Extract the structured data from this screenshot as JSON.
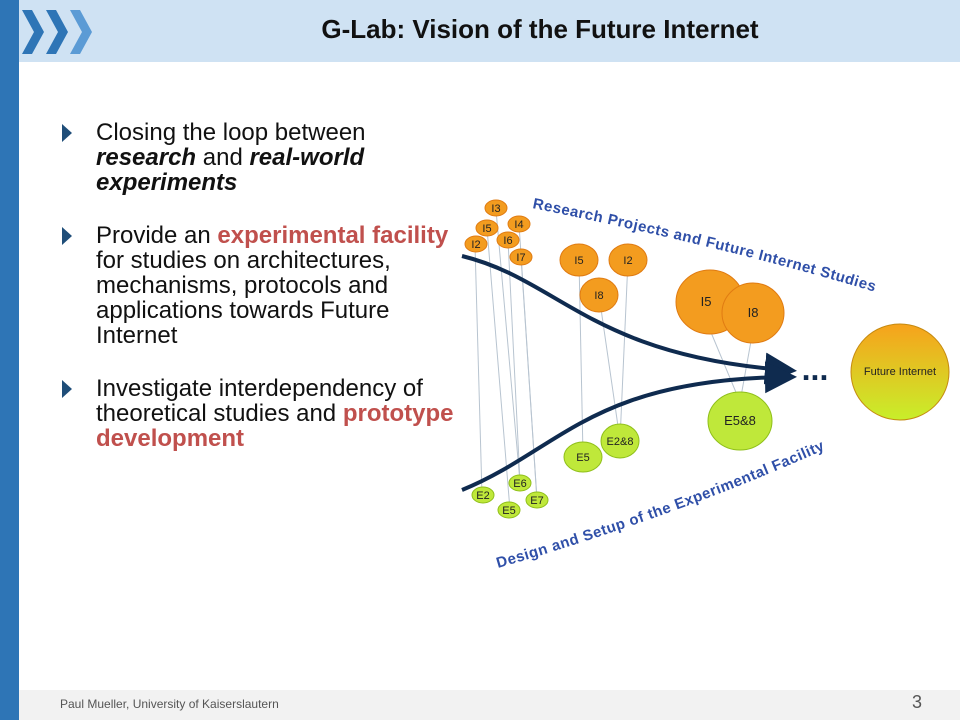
{
  "header": {
    "title": "G-Lab: Vision of the Future Internet"
  },
  "bullets": [
    {
      "parts": [
        {
          "text": "Closing the loop between ",
          "style": "normal"
        },
        {
          "text": "research",
          "style": "em"
        },
        {
          "text": " and ",
          "style": "normal"
        },
        {
          "text": "real-world experiments",
          "style": "em"
        }
      ]
    },
    {
      "parts": [
        {
          "text": "Provide an ",
          "style": "normal"
        },
        {
          "text": "experimental facility",
          "style": "hl"
        },
        {
          "text": " for studies on architectures, mechanisms, protocols and applications towards Future Internet",
          "style": "normal"
        }
      ]
    },
    {
      "parts": [
        {
          "text": "Investigate interdependency of theoretical studies and ",
          "style": "normal"
        },
        {
          "text": "prototype development",
          "style": "hl"
        }
      ]
    }
  ],
  "diagram": {
    "research_label": "Research Projects and Future Internet Studies",
    "facility_label": "Design and Setup of the Experimental Facility",
    "ellipsis": "...",
    "nodes": {
      "i3": "I3",
      "i5a": "I5",
      "i4": "I4",
      "i2a": "I2",
      "i6": "I6",
      "i7": "I7",
      "i5b": "I5",
      "i2b": "I2",
      "i8a": "I8",
      "i5c": "I5",
      "i8b": "I8",
      "e2": "E2",
      "e5a": "E5",
      "e6": "E6",
      "e7": "E7",
      "e5b": "E5",
      "e28": "E2&8",
      "e58": "E5&8",
      "future": "Future Internet"
    },
    "colors": {
      "orange": "#f39c1f",
      "green": "#bfe83a",
      "navy": "#0f2b4f",
      "arc_text": "#2f4fa8"
    }
  },
  "footer": {
    "author": "Paul Mueller, University of Kaiserslautern",
    "page": "3"
  }
}
